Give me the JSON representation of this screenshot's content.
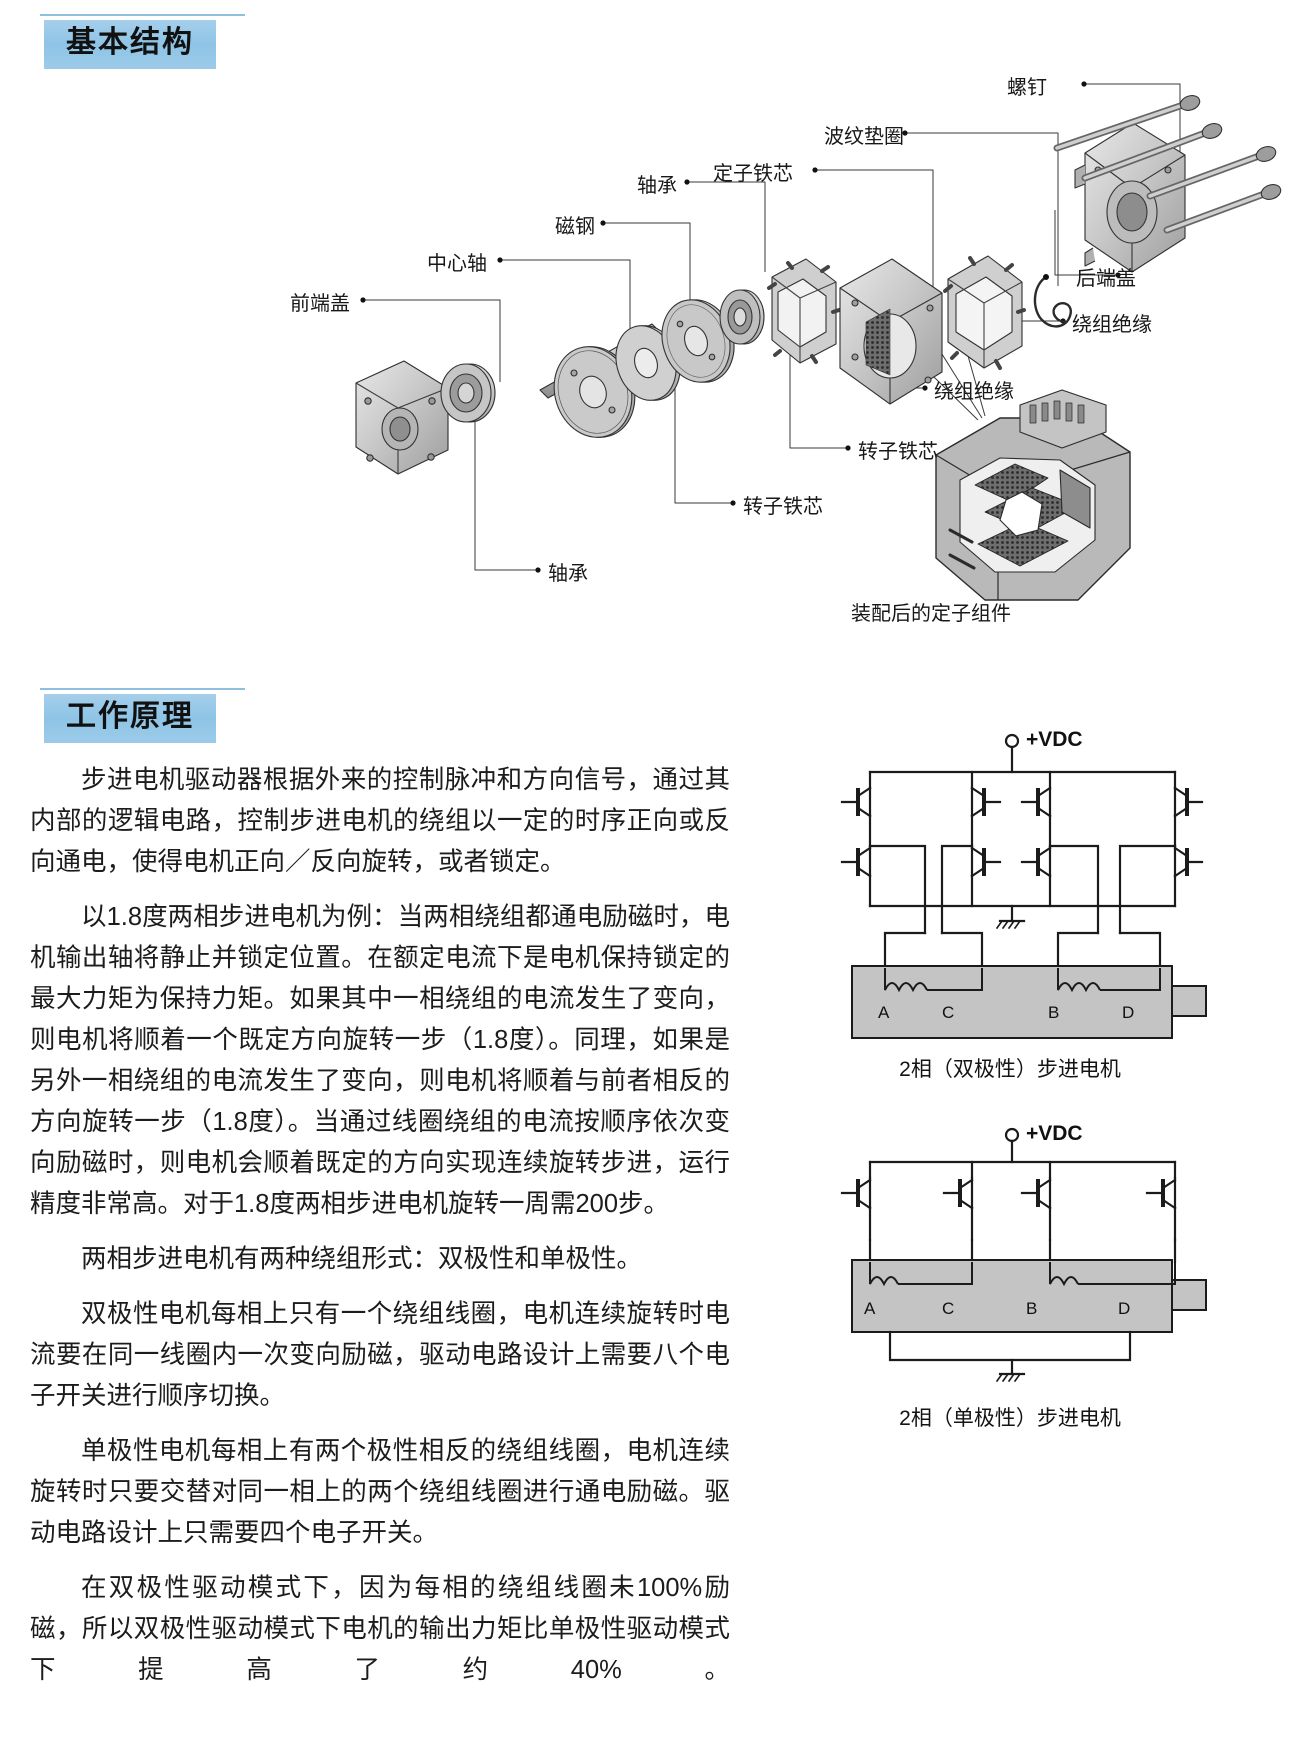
{
  "sections": {
    "structure": {
      "title": "基本结构"
    },
    "principle": {
      "title": "工作原理"
    }
  },
  "exploded_diagram": {
    "caption": "装配后的定子组件",
    "labels": [
      {
        "id": "front-end-cap",
        "text": "前端盖"
      },
      {
        "id": "center-shaft",
        "text": "中心轴"
      },
      {
        "id": "magnet-steel",
        "text": "磁钢"
      },
      {
        "id": "bearing-top",
        "text": "轴承"
      },
      {
        "id": "stator-core",
        "text": "定子铁芯"
      },
      {
        "id": "wave-washer",
        "text": "波纹垫圈"
      },
      {
        "id": "screw",
        "text": "螺钉"
      },
      {
        "id": "rear-end-cap",
        "text": "后端盖"
      },
      {
        "id": "winding-insulation-right",
        "text": "绕组绝缘"
      },
      {
        "id": "winding-insulation-center",
        "text": "绕组绝缘"
      },
      {
        "id": "rotor-core-upper",
        "text": "转子铁芯"
      },
      {
        "id": "rotor-core-lower",
        "text": "转子铁芯"
      },
      {
        "id": "bearing-bottom",
        "text": "轴承"
      }
    ]
  },
  "article": {
    "paragraphs": [
      "步进电机驱动器根据外来的控制脉冲和方向信号，通过其内部的逻辑电路，控制步进电机的绕组以一定的时序正向或反向通电，使得电机正向／反向旋转，或者锁定。",
      "以1.8度两相步进电机为例：当两相绕组都通电励磁时，电机输出轴将静止并锁定位置。在额定电流下是电机保持锁定的最大力矩为保持力矩。如果其中一相绕组的电流发生了变向，则电机将顺着一个既定方向旋转一步（1.8度）。同理，如果是另外一相绕组的电流发生了变向，则电机将顺着与前者相反的方向旋转一步（1.8度）。当通过线圈绕组的电流按顺序依次变向励磁时，则电机会顺着既定的方向实现连续旋转步进，运行精度非常高。对于1.8度两相步进电机旋转一周需200步。",
      "两相步进电机有两种绕组形式：双极性和单极性。",
      "双极性电机每相上只有一个绕组线圈，电机连续旋转时电流要在同一线圈内一次变向励磁，驱动电路设计上需要八个电子开关进行顺序切换。",
      "单极性电机每相上有两个极性相反的绕组线圈，电机连续旋转时只要交替对同一相上的两个绕组线圈进行通电励磁。驱动电路设计上只需要四个电子开关。",
      "在双极性驱动模式下，因为每相的绕组线圈未100%励磁，所以双极性驱动模式下电机的输出力矩比单极性驱动模式下提高了约40%。"
    ]
  },
  "figures": [
    {
      "id": "bipolar-circuit",
      "supply_label": "+VDC",
      "coil_labels": [
        "A",
        "C",
        "B",
        "D"
      ],
      "switch_count": 8,
      "caption": "2相（双极性）步进电机"
    },
    {
      "id": "unipolar-circuit",
      "supply_label": "+VDC",
      "coil_labels": [
        "A",
        "C",
        "B",
        "D"
      ],
      "switch_count": 4,
      "caption": "2相（单极性）步进电机"
    }
  ],
  "colors": {
    "header_blue": "#8ec4e6",
    "rule_blue": "#8fbede",
    "text": "#1a1a1a",
    "motor_body_fill": "#c4c4c4",
    "part_fill": "#d2d2d2",
    "line": "#333333"
  }
}
